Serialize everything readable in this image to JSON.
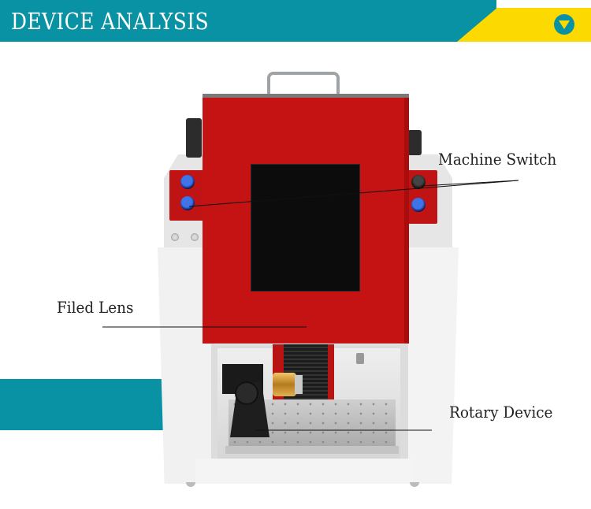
{
  "header": {
    "title": "DEVICE ANALYSIS",
    "toggle_icon": "chevron-down-circle-icon",
    "colors": {
      "teal": "#0991a4",
      "yellow": "#fcd900"
    }
  },
  "image": {
    "subject": "desktop laser marking machine with red enclosure door",
    "colors": {
      "door": "#c51212",
      "body": "#f1f1f1"
    }
  },
  "annotations": [
    {
      "id": "machine-switch",
      "label": "Machine Switch"
    },
    {
      "id": "filed-lens",
      "label": "Filed Lens"
    },
    {
      "id": "rotary-device",
      "label": "Rotary Device"
    }
  ]
}
